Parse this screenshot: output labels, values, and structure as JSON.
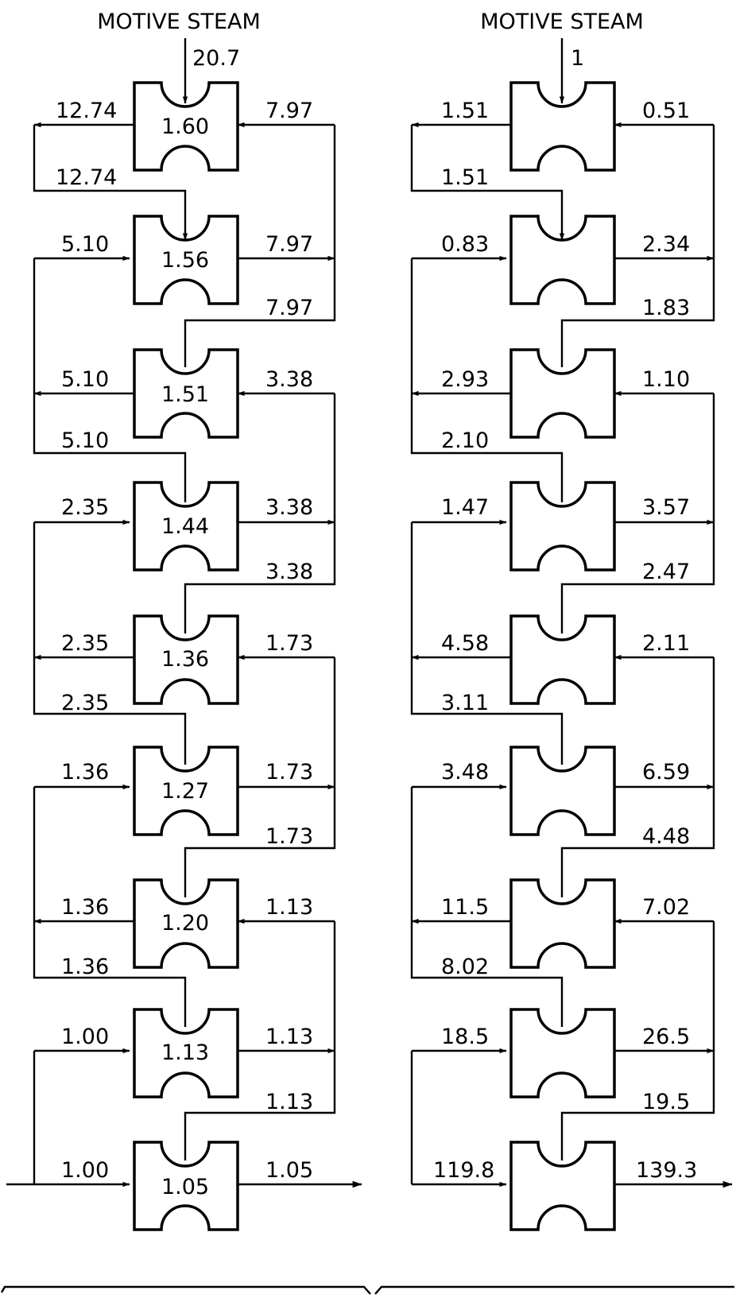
{
  "left": {
    "title": "MOTIVE STEAM",
    "motive": "20.7",
    "units": [
      {
        "value": "1.60",
        "in_top": "",
        "side_left": "12.74",
        "side_right": "7.97"
      },
      {
        "value": "1.56",
        "in_top": "12.74",
        "side_left": "5.10",
        "side_right": "7.97"
      },
      {
        "value": "1.51",
        "in_top": "7.97",
        "side_left": "5.10",
        "side_right": "3.38"
      },
      {
        "value": "1.44",
        "in_top": "5.10",
        "side_left": "2.35",
        "side_right": "3.38"
      },
      {
        "value": "1.36",
        "in_top": "3.38",
        "side_left": "2.35",
        "side_right": "1.73"
      },
      {
        "value": "1.27",
        "in_top": "2.35",
        "side_left": "1.36",
        "side_right": "1.73"
      },
      {
        "value": "1.20",
        "in_top": "1.73",
        "side_left": "1.36",
        "side_right": "1.13"
      },
      {
        "value": "1.13",
        "in_top": "1.36",
        "side_left": "1.00",
        "side_right": "1.13"
      },
      {
        "value": "1.05",
        "in_top": "1.13",
        "side_left": "1.00",
        "side_right": "1.05"
      }
    ]
  },
  "right": {
    "title": "MOTIVE STEAM",
    "motive": "1",
    "units": [
      {
        "value": "",
        "in_top": "",
        "side_left": "1.51",
        "side_right": "0.51"
      },
      {
        "value": "",
        "in_top": "1.51",
        "side_left": "0.83",
        "side_right": "2.34"
      },
      {
        "value": "",
        "in_top": "1.83",
        "side_left": "2.93",
        "side_right": "1.10"
      },
      {
        "value": "",
        "in_top": "2.10",
        "side_left": "1.47",
        "side_right": "3.57"
      },
      {
        "value": "",
        "in_top": "2.47",
        "side_left": "4.58",
        "side_right": "2.11"
      },
      {
        "value": "",
        "in_top": "3.11",
        "side_left": "3.48",
        "side_right": "6.59"
      },
      {
        "value": "",
        "in_top": "4.48",
        "side_left": "11.5",
        "side_right": "7.02"
      },
      {
        "value": "",
        "in_top": "8.02",
        "side_left": "18.5",
        "side_right": "26.5"
      },
      {
        "value": "",
        "in_top": "19.5",
        "side_left": "119.8",
        "side_right": "139.3"
      }
    ]
  }
}
